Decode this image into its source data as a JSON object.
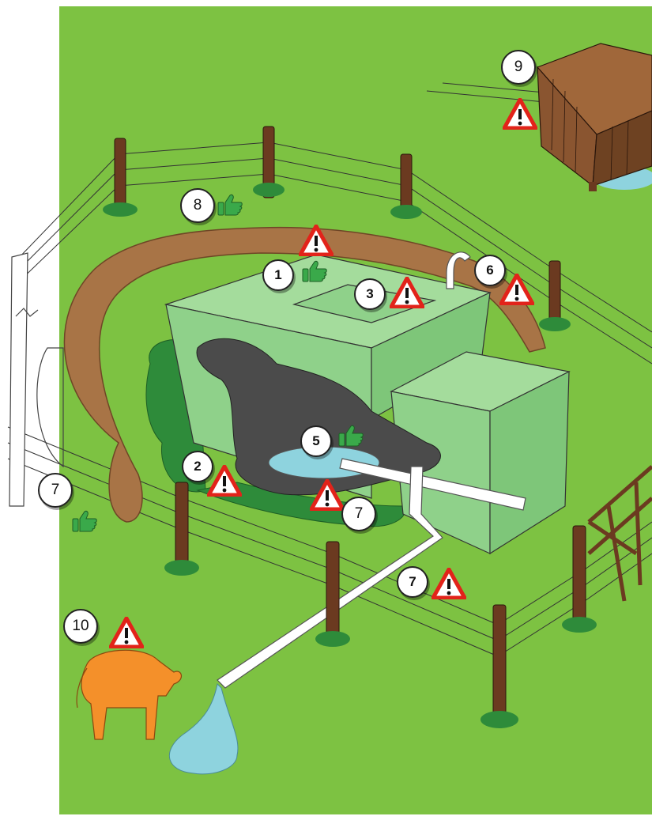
{
  "diagram": {
    "markers": [
      {
        "id": "m1",
        "label": "1"
      },
      {
        "id": "m2",
        "label": "2"
      },
      {
        "id": "m3",
        "label": "3"
      },
      {
        "id": "m5",
        "label": "5"
      },
      {
        "id": "m6",
        "label": "6"
      },
      {
        "id": "m7a",
        "label": "7"
      },
      {
        "id": "m7b",
        "label": "7"
      },
      {
        "id": "m7c",
        "label": "7"
      },
      {
        "id": "m8",
        "label": "8"
      },
      {
        "id": "m9",
        "label": "9"
      },
      {
        "id": "m10",
        "label": "10"
      }
    ],
    "icons": {
      "warning": "warning-triangle-icon",
      "approval": "thumbs-up-icon"
    },
    "colors": {
      "grass": "#7dc242",
      "tank": "#8fd18a",
      "soil": "#a87446",
      "water": "#8ed3de",
      "post": "#6b3a20",
      "warning_red": "#e2231a",
      "thumb_green": "#3aa94a",
      "cow": "#f4902a"
    }
  }
}
